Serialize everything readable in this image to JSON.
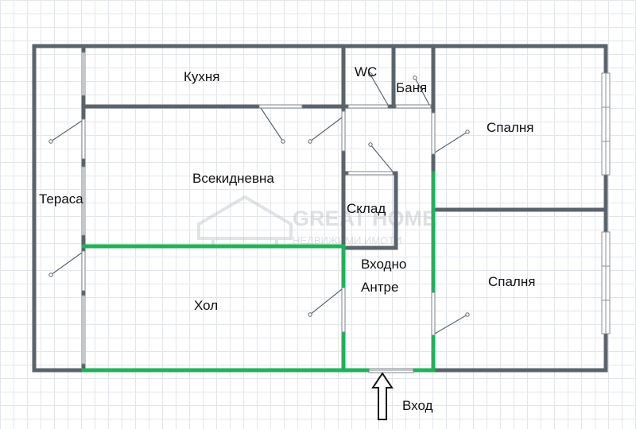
{
  "rooms": {
    "kitchen": "Кухня",
    "wc": "WC",
    "bathroom": "Баня",
    "living_room": "Всекидневна",
    "terrace": "Тераса",
    "storage": "Склад",
    "hall": "Хол",
    "entrance_hall_line1": "Входно",
    "entrance_hall_line2": "Антре",
    "bedroom_1": "Спалня",
    "bedroom_2": "Спалня"
  },
  "entrance_label": "Вход",
  "watermark": {
    "brand": "GREAT HOME",
    "tagline": "НЕДВИЖИМИ ИМОТИ"
  },
  "colors": {
    "wall": "#5b636b",
    "highlight_wall": "#1fb25a",
    "grid": "#e3e6ea"
  }
}
